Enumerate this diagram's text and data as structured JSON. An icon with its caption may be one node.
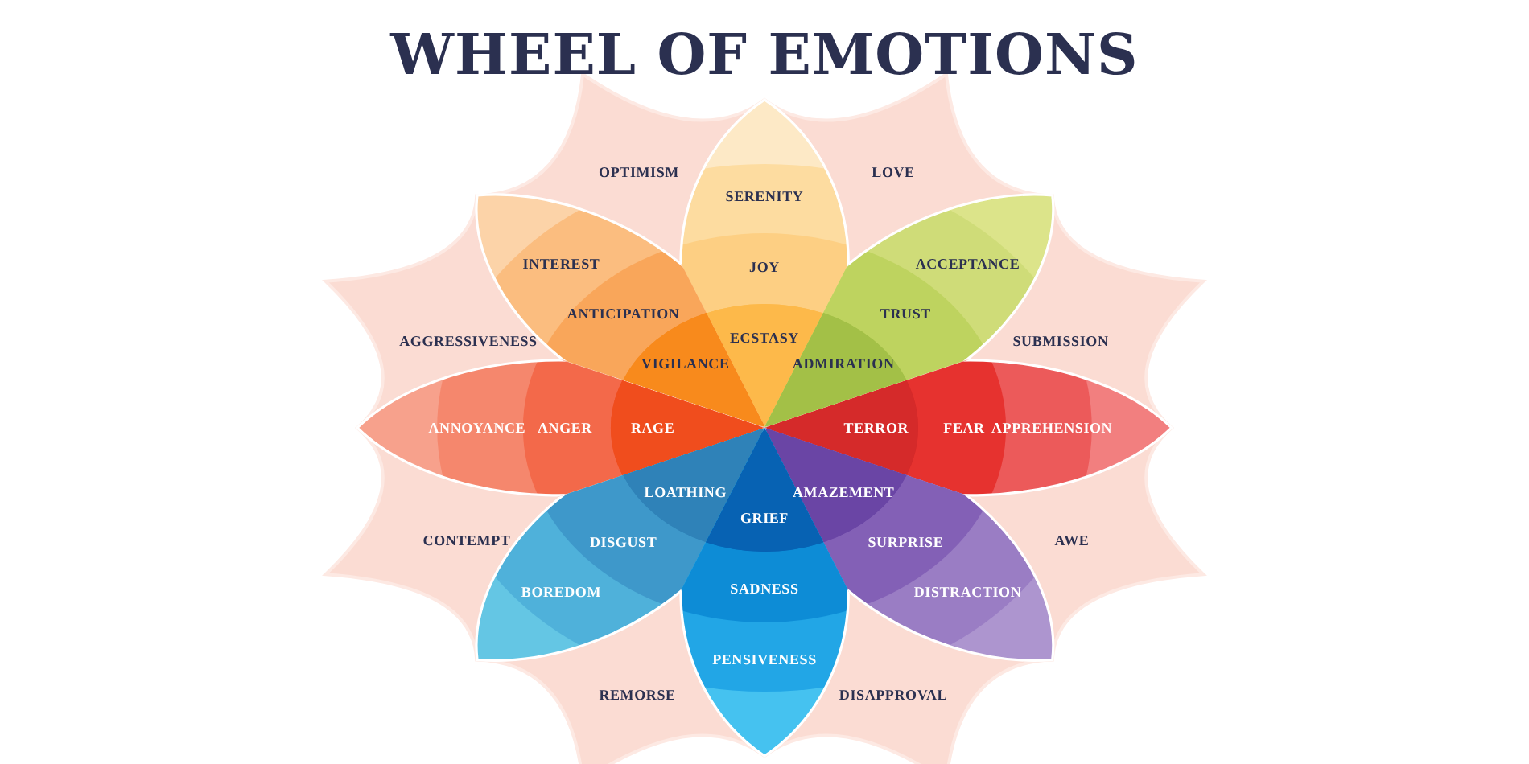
{
  "diagram": {
    "title": "WHEEL OF EMOTIONS",
    "nodes": [
      {
        "text": [
          "SERENITY",
          "JOY",
          "ECSTASY"
        ]
      },
      {
        "text": [
          "INTEREST",
          "ANTICIPATION",
          "VIGILANCE"
        ]
      },
      {
        "text": [
          "ACCEPTANCE",
          "TRUST",
          "ADMIRATION"
        ]
      },
      {
        "text": [
          "ANNOYANCE",
          "ANGER",
          "RAGE"
        ]
      },
      {
        "text": [
          "TERROR",
          "FEAR",
          "APPREHENSION"
        ]
      },
      {
        "text": [
          "LOATHING",
          "DISGUST",
          "BOREDOM"
        ]
      },
      {
        "text": [
          "AMAZEMENT",
          "SURPRISE",
          "DISTRACTION"
        ]
      },
      {
        "text": [
          "GRIEF",
          "SADNESS",
          "PENSIVENESS"
        ]
      }
    ],
    "labels": [
      "OPTIMISM",
      "LOVE",
      "AGGRESSIVENESS",
      "SUBMISSION",
      "CONTEMPT",
      "AWE",
      "REMORSE",
      "DISAPPROVAL"
    ]
  }
}
